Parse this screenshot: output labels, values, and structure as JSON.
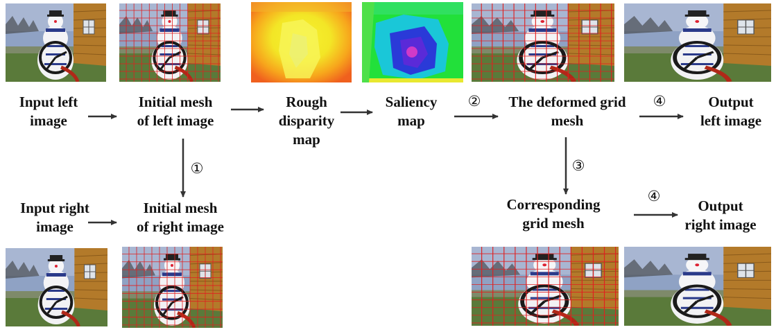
{
  "labels": {
    "input_left": [
      "Input left",
      "image"
    ],
    "initial_mesh_left": [
      "Initial mesh",
      "of left image"
    ],
    "rough_disparity": [
      "Rough",
      "disparity",
      "map"
    ],
    "saliency": [
      "Saliency",
      "map"
    ],
    "deformed_grid": [
      "The deformed grid",
      "mesh"
    ],
    "output_left": [
      "Output",
      "left image"
    ],
    "input_right": [
      "Input right",
      "image"
    ],
    "initial_mesh_right": [
      "Initial mesh",
      "of right image"
    ],
    "corresponding_grid": [
      "Corresponding",
      "grid mesh"
    ],
    "output_right": [
      "Output",
      "right image"
    ]
  },
  "steps": {
    "s1": "①",
    "s2": "②",
    "s3a": "③",
    "s4a": "④",
    "s4b": "④"
  },
  "colors": {
    "grid": "#e02020",
    "arrow": "#333333",
    "sky": "#8fa2c4",
    "wall": "#b37a2a",
    "grass": "#5a7a3a"
  }
}
